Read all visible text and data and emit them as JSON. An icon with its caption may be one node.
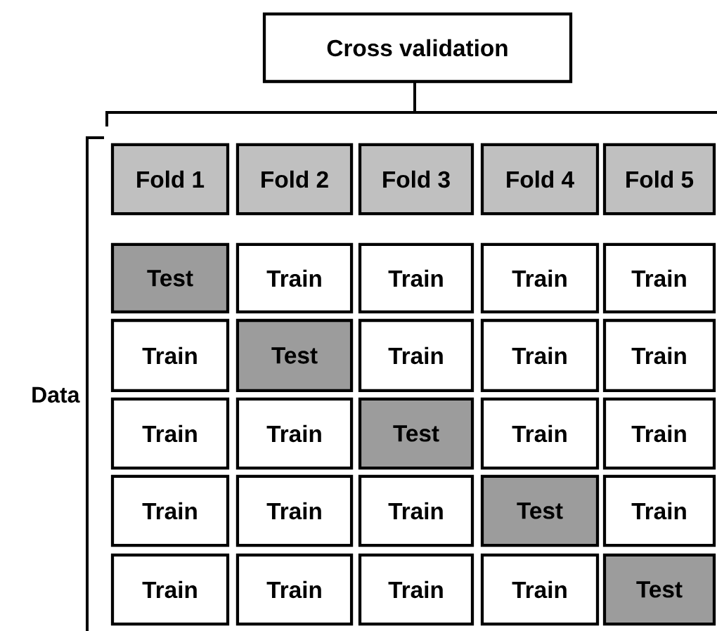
{
  "diagram": {
    "nodes": [
      {
        "text": [
          "Cross validation"
        ]
      },
      {
        "text": [
          "Fold 1"
        ]
      },
      {
        "text": [
          "Fold 2"
        ]
      },
      {
        "text": [
          "Fold 3"
        ]
      },
      {
        "text": [
          "Fold 4"
        ]
      },
      {
        "text": [
          "Fold 5"
        ]
      },
      {
        "text": [
          "Test"
        ]
      },
      {
        "text": [
          "Train"
        ]
      },
      {
        "text": [
          "Train"
        ]
      },
      {
        "text": [
          "Train"
        ]
      },
      {
        "text": [
          "Train"
        ]
      },
      {
        "text": [
          "Train"
        ]
      },
      {
        "text": [
          "Test"
        ]
      },
      {
        "text": [
          "Train"
        ]
      },
      {
        "text": [
          "Train"
        ]
      },
      {
        "text": [
          "Train"
        ]
      },
      {
        "text": [
          "Train"
        ]
      },
      {
        "text": [
          "Train"
        ]
      },
      {
        "text": [
          "Test"
        ]
      },
      {
        "text": [
          "Train"
        ]
      },
      {
        "text": [
          "Train"
        ]
      },
      {
        "text": [
          "Train"
        ]
      },
      {
        "text": [
          "Train"
        ]
      },
      {
        "text": [
          "Train"
        ]
      },
      {
        "text": [
          "Test"
        ]
      },
      {
        "text": [
          "Train"
        ]
      },
      {
        "text": [
          "Train"
        ]
      },
      {
        "text": [
          "Train"
        ]
      },
      {
        "text": [
          "Train"
        ]
      },
      {
        "text": [
          "Train"
        ]
      },
      {
        "text": [
          "Test"
        ]
      }
    ],
    "labels": [
      "Data"
    ]
  }
}
